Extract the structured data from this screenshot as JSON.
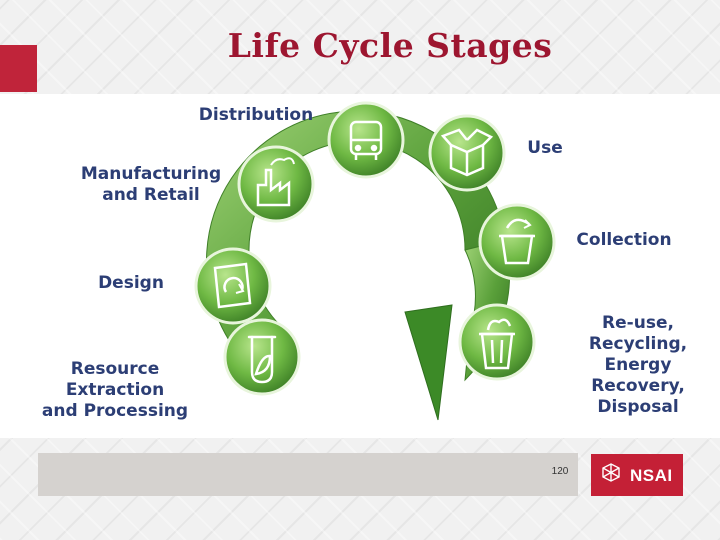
{
  "slide": {
    "title": "Life Cycle Stages",
    "page_number": "120",
    "logo_text": "NSAI",
    "accent_color": "#c0243a",
    "title_color": "#9d1630",
    "label_color": "#2c3e75",
    "arrow_color": "#5aa03a"
  },
  "stages": [
    {
      "label": "Resource Extraction\nand Processing",
      "icon": "test-tube-leaf-icon"
    },
    {
      "label": "Design",
      "icon": "recycle-document-icon"
    },
    {
      "label": "Manufacturing\nand Retail",
      "icon": "factory-icon"
    },
    {
      "label": "Distribution",
      "icon": "bus-icon"
    },
    {
      "label": "Use",
      "icon": "open-box-icon"
    },
    {
      "label": "Collection",
      "icon": "collection-bin-icon"
    },
    {
      "label": "Re-use, Recycling,\nEnergy Recovery,\nDisposal",
      "icon": "trash-can-icon"
    }
  ]
}
